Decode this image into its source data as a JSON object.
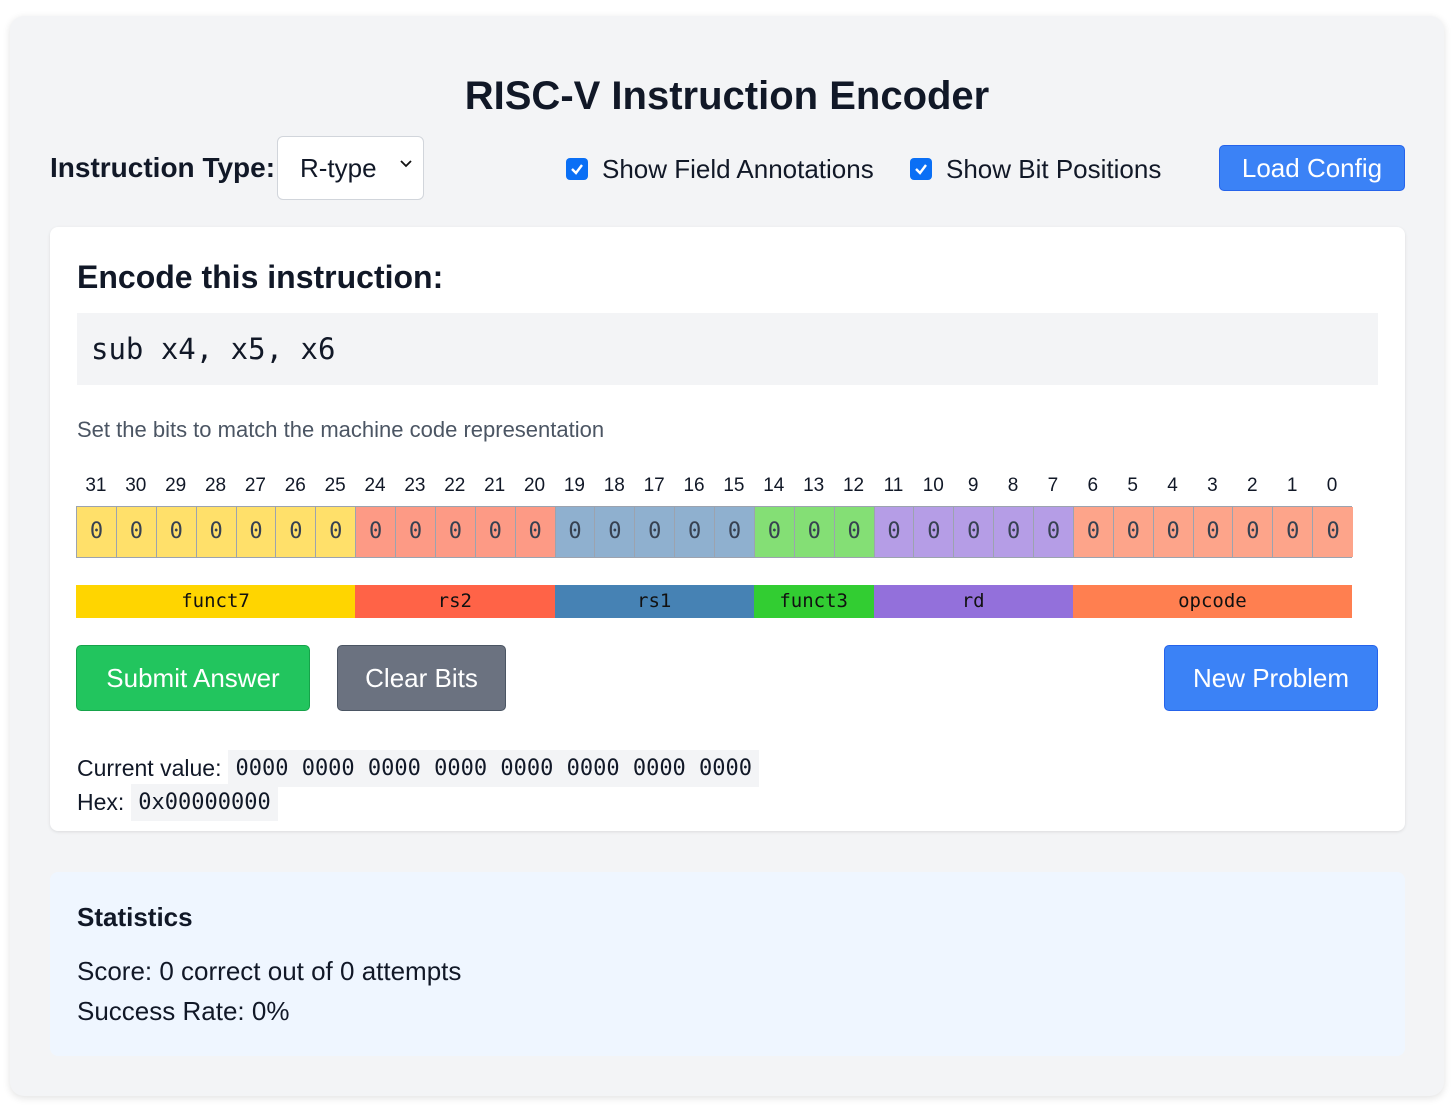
{
  "title": "RISC-V Instruction Encoder",
  "controls": {
    "instruction_type_label": "Instruction Type:",
    "instruction_type_value": "R-type",
    "show_annotations_label": "Show Field Annotations",
    "show_annotations_checked": true,
    "show_positions_label": "Show Bit Positions",
    "show_positions_checked": true,
    "load_config_label": "Load Config"
  },
  "problem": {
    "heading": "Encode this instruction:",
    "instruction": "sub x4, x5, x6",
    "hint": "Set the bits to match the machine code representation"
  },
  "bit_positions": [
    "31",
    "30",
    "29",
    "28",
    "27",
    "26",
    "25",
    "24",
    "23",
    "22",
    "21",
    "20",
    "19",
    "18",
    "17",
    "16",
    "15",
    "14",
    "13",
    "12",
    "11",
    "10",
    "9",
    "8",
    "7",
    "6",
    "5",
    "4",
    "3",
    "2",
    "1",
    "0"
  ],
  "bits": [
    "0",
    "0",
    "0",
    "0",
    "0",
    "0",
    "0",
    "0",
    "0",
    "0",
    "0",
    "0",
    "0",
    "0",
    "0",
    "0",
    "0",
    "0",
    "0",
    "0",
    "0",
    "0",
    "0",
    "0",
    "0",
    "0",
    "0",
    "0",
    "0",
    "0",
    "0",
    "0"
  ],
  "fields": [
    {
      "name": "funct7",
      "bits": 7,
      "color": "#ffd500",
      "cell_color": "#ffe06a"
    },
    {
      "name": "rs2",
      "bits": 5,
      "color": "#ff6347",
      "cell_color": "#fd9a85"
    },
    {
      "name": "rs1",
      "bits": 5,
      "color": "#4682b4",
      "cell_color": "#8fb0cf"
    },
    {
      "name": "funct3",
      "bits": 3,
      "color": "#32cd32",
      "cell_color": "#84df75"
    },
    {
      "name": "rd",
      "bits": 5,
      "color": "#9370db",
      "cell_color": "#b59de6"
    },
    {
      "name": "opcode",
      "bits": 7,
      "color": "#ff7f50",
      "cell_color": "#fda48a"
    }
  ],
  "actions": {
    "submit_label": "Submit Answer",
    "clear_label": "Clear Bits",
    "new_problem_label": "New Problem"
  },
  "output": {
    "current_label": "Current value:",
    "current_value": "0000 0000 0000 0000 0000 0000 0000 0000",
    "hex_label": "Hex:",
    "hex_value": "0x00000000"
  },
  "statistics": {
    "heading": "Statistics",
    "score": "Score: 0 correct out of 0 attempts",
    "success_rate": "Success Rate: 0%"
  }
}
